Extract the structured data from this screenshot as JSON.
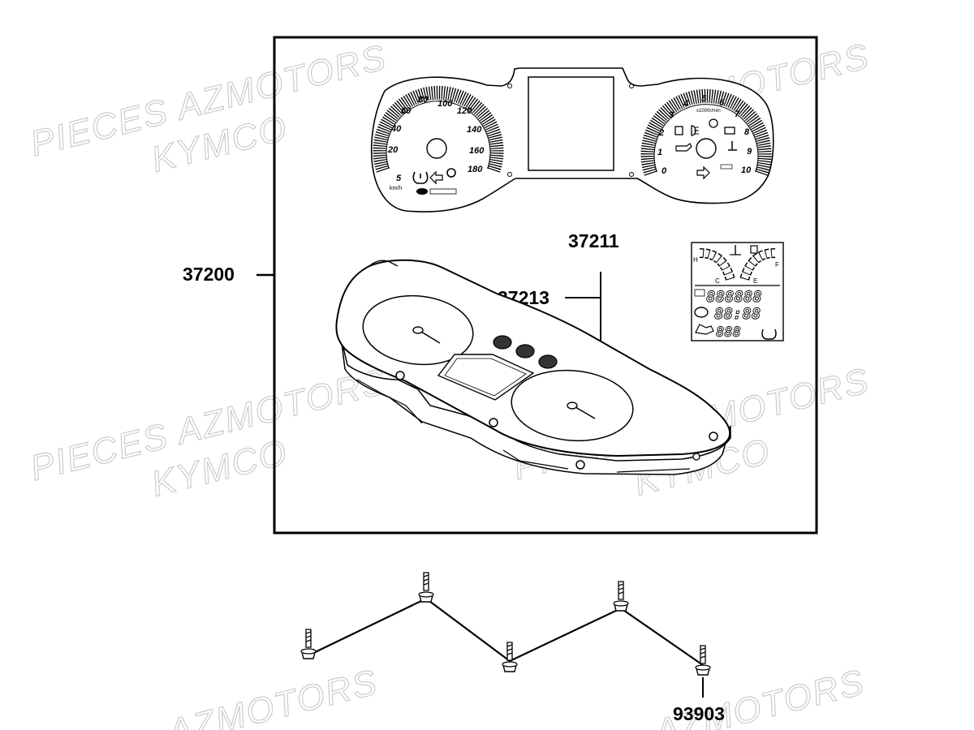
{
  "part_numbers": {
    "assembly": "37200",
    "housing": "37211",
    "button": "37213",
    "screw": "93903"
  },
  "watermark": {
    "line1": "PIECES AZMOTORS",
    "line2": "KYMCO",
    "partial": "AZMOTORS",
    "color": "#c8c8c8"
  },
  "speedometer": {
    "labels": [
      "5",
      "20",
      "40",
      "60",
      "80",
      "100",
      "120",
      "140",
      "160",
      "180"
    ],
    "unit": "km/h"
  },
  "tachometer": {
    "labels": [
      "0",
      "1",
      "2",
      "3",
      "4",
      "5",
      "6",
      "7",
      "8",
      "9",
      "10"
    ],
    "unit": "x1000r/min"
  },
  "lcd": {
    "odometer": "888888",
    "clock": "88:88",
    "trip": "888",
    "temp_scale": [
      "C",
      "H"
    ],
    "fuel_scale": [
      "E",
      "F"
    ]
  },
  "colors": {
    "line": "#000000",
    "background": "#ffffff",
    "watermark": "#c8c8c8"
  }
}
